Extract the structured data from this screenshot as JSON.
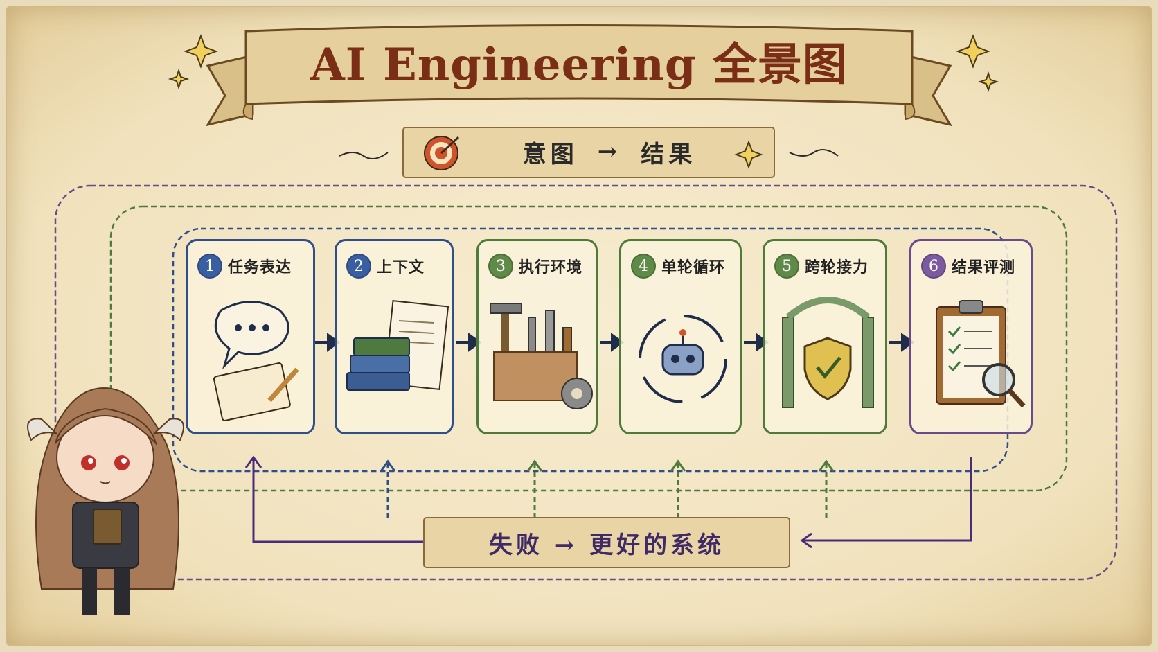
{
  "title": "AI Engineering 全景图",
  "subtitle": {
    "intent": "意图",
    "arrow": "→",
    "result": "结果"
  },
  "steps": [
    {
      "num": "1",
      "label": "任务表达",
      "icon": "speech-notepad-icon",
      "color": "blue"
    },
    {
      "num": "2",
      "label": "上下文",
      "icon": "books-document-icon",
      "color": "blue"
    },
    {
      "num": "3",
      "label": "执行环境",
      "icon": "toolbox-icon",
      "color": "green"
    },
    {
      "num": "4",
      "label": "单轮循环",
      "icon": "robot-cycle-icon",
      "color": "green"
    },
    {
      "num": "5",
      "label": "跨轮接力",
      "icon": "gate-shield-icon",
      "color": "green"
    },
    {
      "num": "6",
      "label": "结果评测",
      "icon": "clipboard-magnifier-icon",
      "color": "purple"
    }
  ],
  "feedback": {
    "text": "失败 → 更好的系统"
  },
  "colors": {
    "title": "#7a2e16",
    "blue": "#2f4f8a",
    "green": "#4e7a3a",
    "purple": "#6a4a8a",
    "parchment": "#f3e6c4"
  }
}
